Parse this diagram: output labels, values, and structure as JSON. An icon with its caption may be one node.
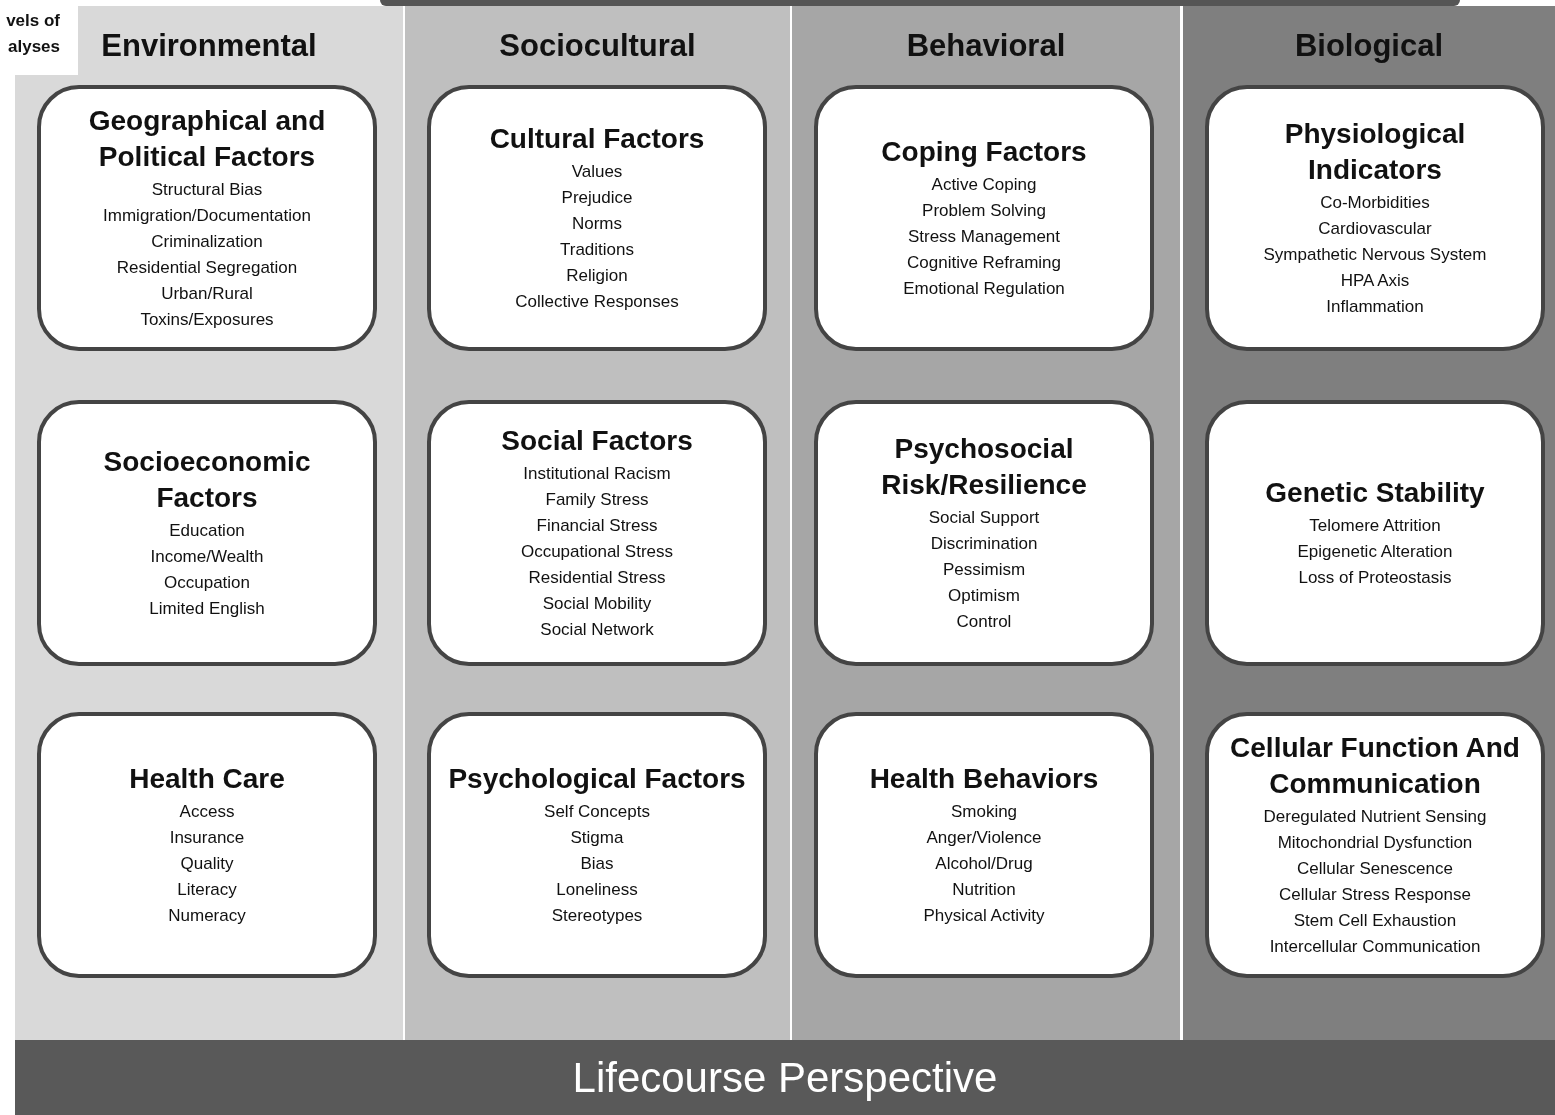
{
  "diagram": {
    "nodes": [
      {
        "text": [
          "Environmental"
        ]
      },
      {
        "text": [
          "Geographical and Political Factors",
          "Structural Bias",
          "Immigration/Documentation",
          "Criminalization",
          "Residential Segregation",
          "Urban/Rural",
          "Toxins/Exposures"
        ],
        "in": 0
      },
      {
        "text": [
          "Socioeconomic Factors",
          "Education",
          "Income/Wealth",
          "Occupation",
          "Limited English"
        ],
        "in": 0
      },
      {
        "text": [
          "Health Care",
          "Access",
          "Insurance",
          "Quality",
          "Literacy",
          "Numeracy"
        ],
        "in": 0
      },
      {
        "text": [
          "Sociocultural"
        ]
      },
      {
        "text": [
          "Cultural Factors",
          "Values",
          "Prejudice",
          "Norms",
          "Traditions",
          "Religion",
          "Collective Responses"
        ],
        "in": 4
      },
      {
        "text": [
          "Social Factors",
          "Institutional Racism",
          "Family Stress",
          "Financial Stress",
          "Occupational Stress",
          "Residential Stress",
          "Social Mobility",
          "Social Network"
        ],
        "in": 4
      },
      {
        "text": [
          "Psychological Factors",
          "Self Concepts",
          "Stigma",
          "Bias",
          "Loneliness",
          "Stereotypes"
        ],
        "in": 4
      },
      {
        "text": [
          "Behavioral"
        ]
      },
      {
        "text": [
          "Coping Factors",
          "Active Coping",
          "Problem Solving",
          "Stress Management",
          "Cognitive Reframing",
          "Emotional Regulation"
        ],
        "in": 8
      },
      {
        "text": [
          "Psychosocial Risk/Resilience",
          "Social Support",
          "Discrimination",
          "Pessimism",
          "Optimism",
          "Control"
        ],
        "in": 8
      },
      {
        "text": [
          "Health Behaviors",
          "Smoking",
          "Anger/Violence",
          "Alcohol/Drug",
          "Nutrition",
          "Physical Activity"
        ],
        "in": 8
      },
      {
        "text": [
          "Biological"
        ]
      },
      {
        "text": [
          "Physiological Indicators",
          "Co-Morbidities",
          "Cardiovascular",
          "Sympathetic Nervous System",
          "HPA Axis",
          "Inflammation"
        ],
        "in": 12
      },
      {
        "text": [
          "Genetic Stability",
          "Telomere Attrition",
          "Epigenetic Alteration",
          "Loss of Proteostasis"
        ],
        "in": 12
      },
      {
        "text": [
          "Cellular Function And Communication",
          "Deregulated Nutrient Sensing",
          "Mitochondrial Dysfunction",
          "Cellular Senescence",
          "Cellular Stress Response",
          "Stem Cell Exhaustion",
          "Intercellular Communication"
        ],
        "in": 12
      },
      {
        "text": [
          "Lifecourse Perspective"
        ]
      }
    ],
    "labels": [
      "vels of alyses"
    ]
  }
}
